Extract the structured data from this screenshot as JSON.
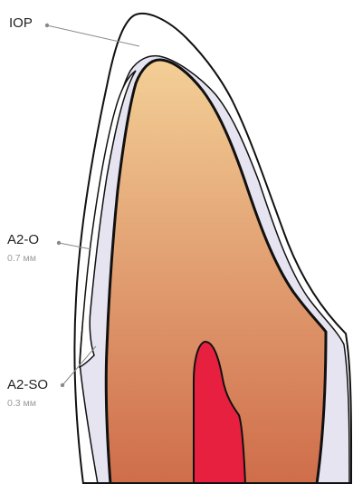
{
  "labels": {
    "iop": {
      "title": "IOP"
    },
    "a2o": {
      "title": "A2-O",
      "thickness": "0.7 мм"
    },
    "a2so": {
      "title": "A2-SO",
      "thickness": "0.3 мм"
    }
  },
  "colors": {
    "outline": "#111111",
    "enamel_layer": "#e6e4f1",
    "dentin_top": "#f3cf96",
    "dentin_bottom": "#cf6d4a",
    "pulp": "#e8203f",
    "leader": "#8a8a8a"
  }
}
